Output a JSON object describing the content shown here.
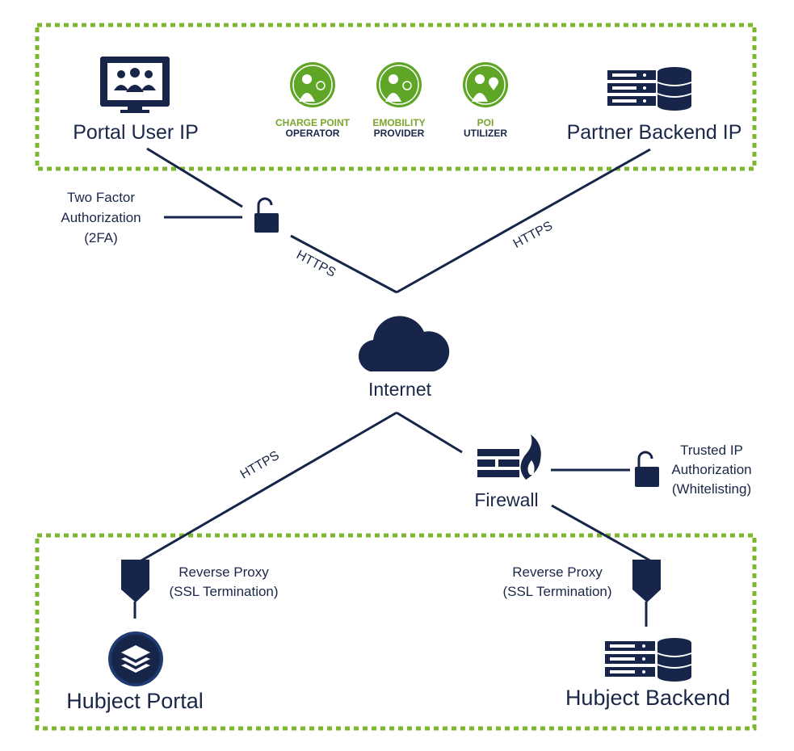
{
  "colors": {
    "navy": "#17254a",
    "zone_border": "#7cb82f",
    "role_green": "#7aa52a",
    "badge_green": "#5fa526"
  },
  "top_zone": {
    "portal_user_label": "Portal User IP",
    "partner_backend_label": "Partner Backend IP",
    "roles": [
      {
        "icon": "charge-point-operator-badge-icon",
        "line1": "CHARGE POINT",
        "line2": "OPERATOR"
      },
      {
        "icon": "emobility-provider-badge-icon",
        "line1": "EMOBILITY",
        "line2": "PROVIDER"
      },
      {
        "icon": "poi-utilizer-badge-icon",
        "line1": "POI",
        "line2": "UTILIZER"
      }
    ]
  },
  "auth_2fa": {
    "line1": "Two Factor",
    "line2": "Authorization",
    "line3": "(2FA)"
  },
  "connections": {
    "https_left_top": "HTTPS",
    "https_right_top": "HTTPS",
    "https_left_bottom": "HTTPS"
  },
  "internet_label": "Internet",
  "firewall_label": "Firewall",
  "trusted_ip": {
    "line1": "Trusted IP",
    "line2": "Authorization",
    "line3": "(Whitelisting)"
  },
  "bottom_zone": {
    "proxy_left": {
      "line1": "Reverse Proxy",
      "line2": "(SSL Termination)"
    },
    "proxy_right": {
      "line1": "Reverse Proxy",
      "line2": "(SSL Termination)"
    },
    "portal_label": "Hubject Portal",
    "backend_label": "Hubject Backend"
  }
}
